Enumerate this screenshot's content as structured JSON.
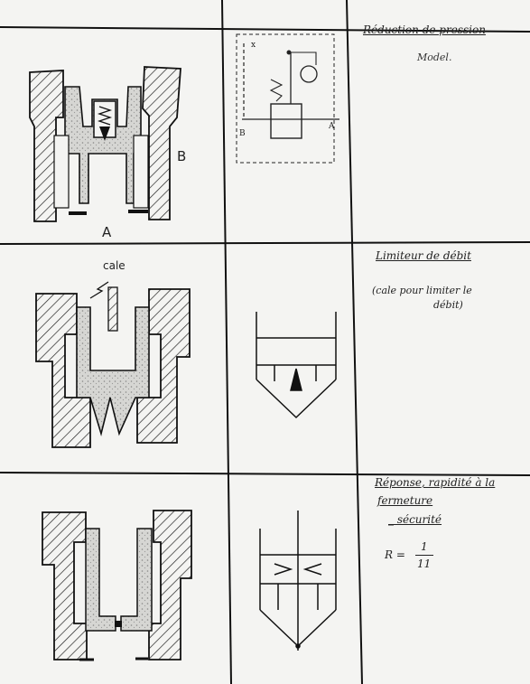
{
  "rows": [
    {
      "title": "Réduction de pression",
      "subtitle": "Model.",
      "sketch_labels": {
        "port_a": "A",
        "port_b": "B"
      },
      "symbol_labels": {
        "x": "x",
        "b": "B",
        "a": "A"
      }
    },
    {
      "title": "Limiteur de débit",
      "note_line1": "(cale pour limiter le",
      "note_line2": "débit)",
      "sketch_labels": {
        "cale": "cale"
      }
    },
    {
      "title_line1": "Réponse, rapidité à la",
      "title_line2": "fermeture",
      "title_line3": "_ sécurité",
      "formula": {
        "lhs": "R =",
        "numerator": "1",
        "denominator": "11"
      }
    }
  ]
}
